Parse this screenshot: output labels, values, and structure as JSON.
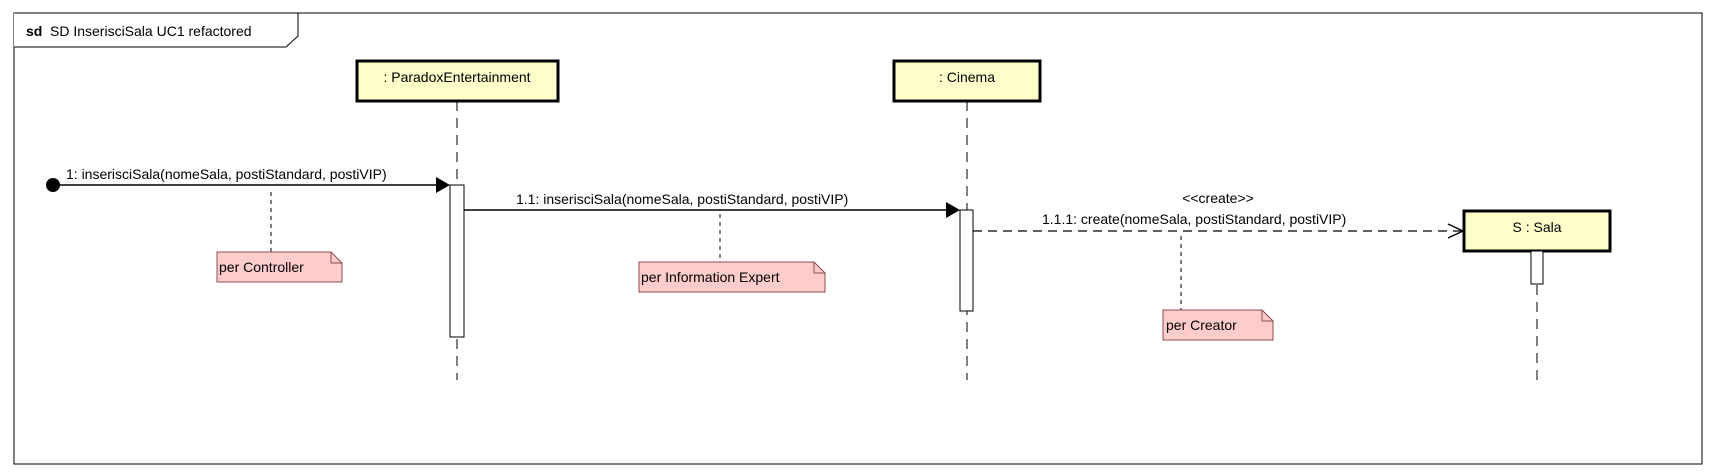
{
  "frame": {
    "keyword": "sd",
    "name": "SD InserisciSala UC1 refactored"
  },
  "lifelines": [
    {
      "id": "paradox",
      "label": ": ParadoxEntertainment"
    },
    {
      "id": "cinema",
      "label": ": Cinema"
    },
    {
      "id": "sala",
      "label": "S : Sala"
    }
  ],
  "messages": [
    {
      "id": "m1",
      "label": "1: inserisciSala(nomeSala, postiStandard, postiVIP)",
      "kind": "found-sync"
    },
    {
      "id": "m11",
      "label": "1.1: inserisciSala(nomeSala, postiStandard, postiVIP)",
      "kind": "sync"
    },
    {
      "id": "m111",
      "label": "1.1.1: create(nomeSala, postiStandard, postiVIP)",
      "stereotype": "<<create>>",
      "kind": "create"
    }
  ],
  "notes": [
    {
      "id": "n1",
      "text": "per Controller"
    },
    {
      "id": "n2",
      "text": "per Information Expert"
    },
    {
      "id": "n3",
      "text": "per Creator"
    }
  ],
  "colors": {
    "lifeline_box_fill": "#ffffcc",
    "note_fill": "#ffcccc",
    "note_border": "#8b4c4c",
    "line": "#000000"
  }
}
